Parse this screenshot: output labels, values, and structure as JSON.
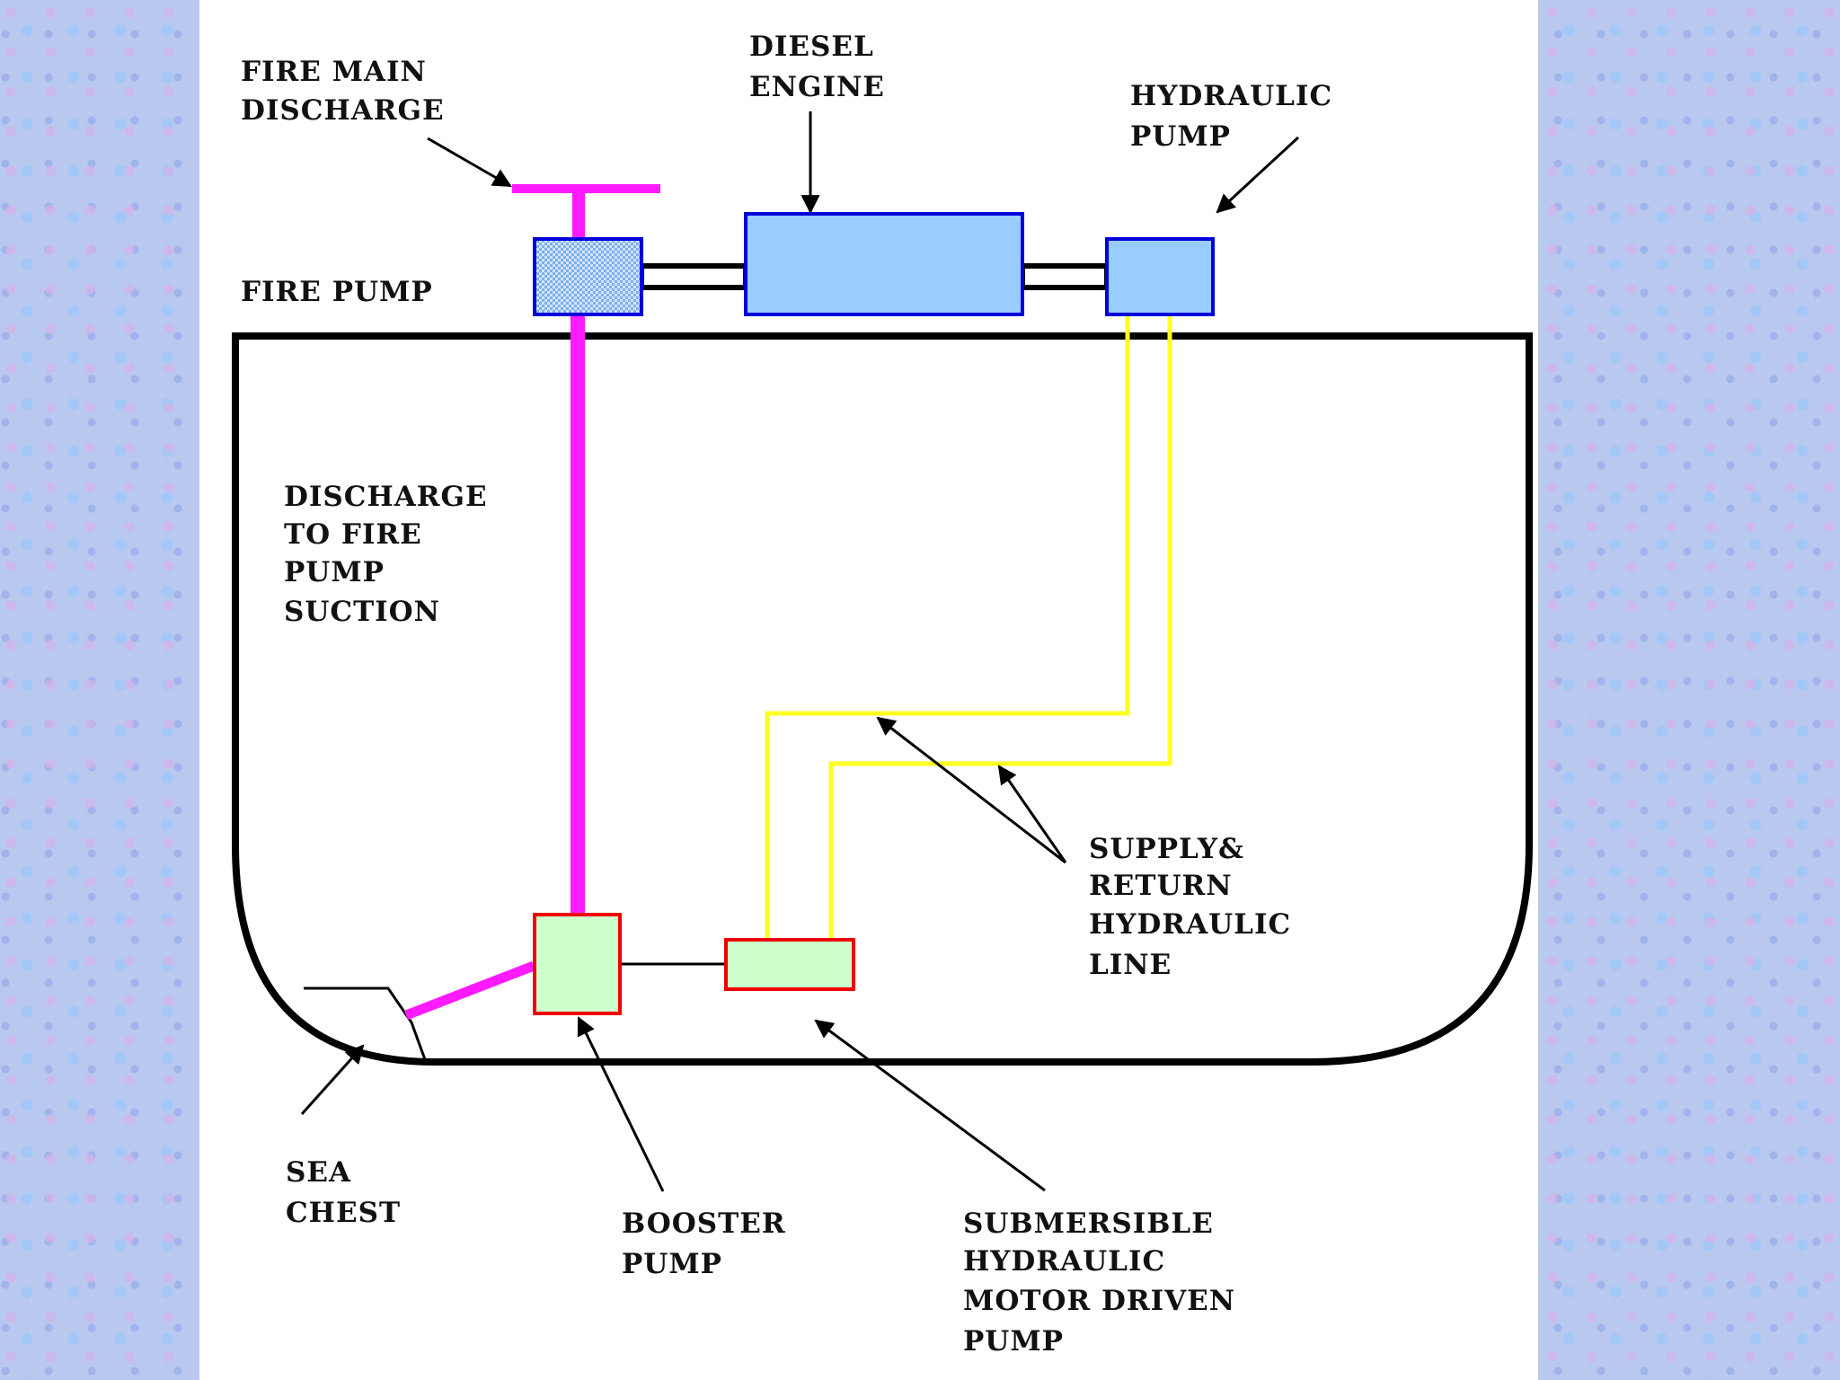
{
  "labels": {
    "fire_main_discharge": [
      "FIRE MAIN",
      "DISCHARGE"
    ],
    "diesel_engine": [
      "DIESEL",
      "ENGINE"
    ],
    "hydraulic_pump": [
      "HYDRAULIC",
      "PUMP"
    ],
    "fire_pump": [
      "FIRE PUMP"
    ],
    "discharge_to_fire_pump_suction": [
      "DISCHARGE",
      "TO FIRE",
      "PUMP",
      "SUCTION"
    ],
    "supply_return_hydraulic_line": [
      "SUPPLY&",
      "RETURN",
      "HYDRAULIC",
      "LINE"
    ],
    "sea_chest": [
      "SEA",
      "CHEST"
    ],
    "booster_pump": [
      "BOOSTER",
      "PUMP"
    ],
    "submersible_pump": [
      "SUBMERSIBLE",
      "HYDRAULIC",
      "MOTOR DRIVEN",
      "PUMP"
    ]
  },
  "colors": {
    "fire_main_pipe": "#ff1aff",
    "hydraulic_line": "#ffff22",
    "engine_fill": "#99ccff",
    "engine_border": "#0000dd",
    "pump_fill": "#ccffcc",
    "pump_border": "#ee0000",
    "hull": "#000000"
  }
}
